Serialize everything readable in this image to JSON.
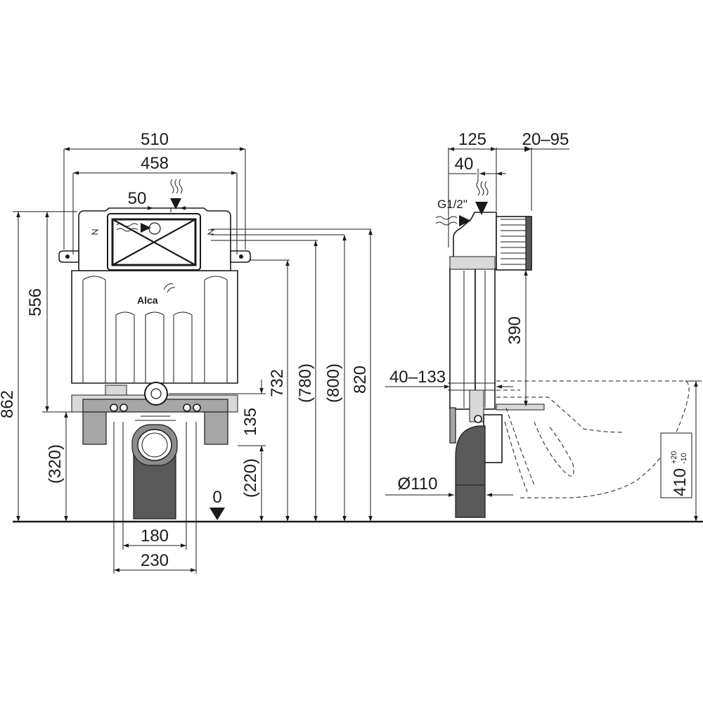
{
  "front": {
    "width_outer": "510",
    "width_inner": "458",
    "offset_50": "50",
    "height_556": "556",
    "height_862": "862",
    "height_320": "(320)",
    "height_732": "732",
    "height_780": "(780)",
    "height_800": "(800)",
    "height_820": "820",
    "height_135": "135",
    "height_220": "(220)",
    "zero": "0",
    "width_180": "180",
    "width_230": "230",
    "brand": "Alca"
  },
  "side": {
    "depth_125": "125",
    "range_20_95": "20–95",
    "depth_40": "40",
    "inlet": "G1/2\"",
    "height_390": "390",
    "range_40_133": "40–133",
    "diameter": "Ø110",
    "bowl_height": "410",
    "tol_plus": "+20",
    "tol_minus": "-10"
  },
  "colors": {
    "line": "#1a1a1a",
    "frame_grey": "#a6a6a6",
    "pipe_dark": "#595959"
  }
}
